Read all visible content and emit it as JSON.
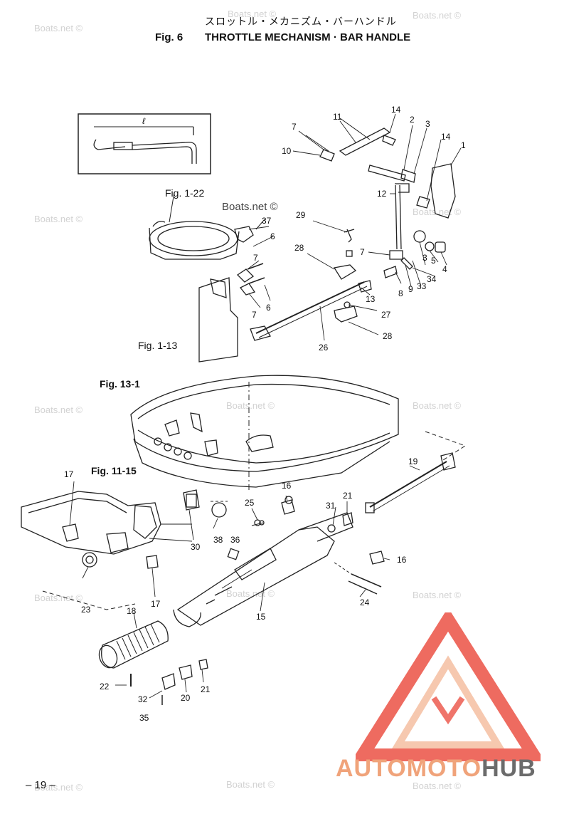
{
  "header": {
    "japanese_title": "スロットル・メカニズム・バーハンドル",
    "fig_number": "Fig. 6",
    "title": "THROTTLE MECHANISM · BAR HANDLE"
  },
  "watermark_text": "Boats.net ©",
  "callouts": {
    "p1": "1",
    "p2": "2",
    "p3": "3",
    "p3b": "3",
    "p4": "4",
    "p5": "5",
    "p6": "6",
    "p6b": "6",
    "p7": "7",
    "p7b": "7",
    "p7c": "7",
    "p7d": "7",
    "p8": "8",
    "p9": "9",
    "p10": "10",
    "p11": "11",
    "p12": "12",
    "p13": "13",
    "p14": "14",
    "p14b": "14",
    "p15": "15",
    "p16": "16",
    "p16b": "16",
    "p17": "17",
    "p17b": "17",
    "p18": "18",
    "p19": "19",
    "p20": "20",
    "p21": "21",
    "p21b": "21",
    "p22": "22",
    "p23": "23",
    "p24": "24",
    "p25": "25",
    "p26": "26",
    "p27": "27",
    "p28": "28",
    "p28b": "28",
    "p29": "29",
    "p30": "30",
    "p31": "31",
    "p32": "32",
    "p33": "33",
    "p34": "34",
    "p35": "35",
    "p36": "36",
    "p37": "37",
    "p38": "38",
    "inset_l": "ℓ"
  },
  "refs": {
    "r1": "Fig. 1-22",
    "r2": "Fig. 1-13",
    "r3": "Fig. 13-1",
    "r4": "Fig. 11-15"
  },
  "page_number": "– 19 –",
  "logo": {
    "part1": "AUTOMOTO",
    "part2": "HUB",
    "accent": "#e8392b",
    "accent_light": "#f0a37a",
    "gray": "#6b6b6b"
  }
}
